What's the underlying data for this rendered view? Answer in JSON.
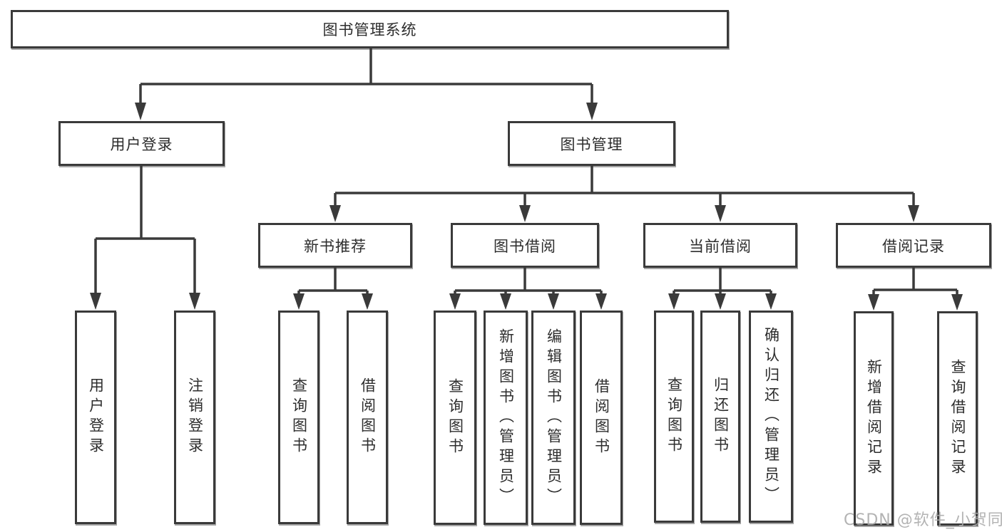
{
  "diagram": {
    "root": {
      "label": "图书管理系统"
    },
    "user_login": {
      "label": "用户登录",
      "children": [
        {
          "label": "用户登录"
        },
        {
          "label": "注销登录"
        }
      ]
    },
    "book_mgmt": {
      "label": "图书管理",
      "sections": [
        {
          "label": "新书推荐",
          "children": [
            {
              "label": "查询图书"
            },
            {
              "label": "借阅图书"
            }
          ]
        },
        {
          "label": "图书借阅",
          "children": [
            {
              "label": "查询图书"
            },
            {
              "label": "新增图书（管理员）"
            },
            {
              "label": "编辑图书（管理员）"
            },
            {
              "label": "借阅图书"
            }
          ]
        },
        {
          "label": "当前借阅",
          "children": [
            {
              "label": "查询图书"
            },
            {
              "label": "归还图书"
            },
            {
              "label": "确认归还（管理员）"
            }
          ]
        },
        {
          "label": "借阅记录",
          "children": [
            {
              "label": "新增借阅记录"
            },
            {
              "label": "查询借阅记录"
            }
          ]
        }
      ]
    },
    "colors": {
      "line": "#3a3a3a",
      "text": "#2d2d2d",
      "watermark": "#ababab"
    }
  },
  "watermark": {
    "text": "CSDN @软件_小贺同学"
  }
}
